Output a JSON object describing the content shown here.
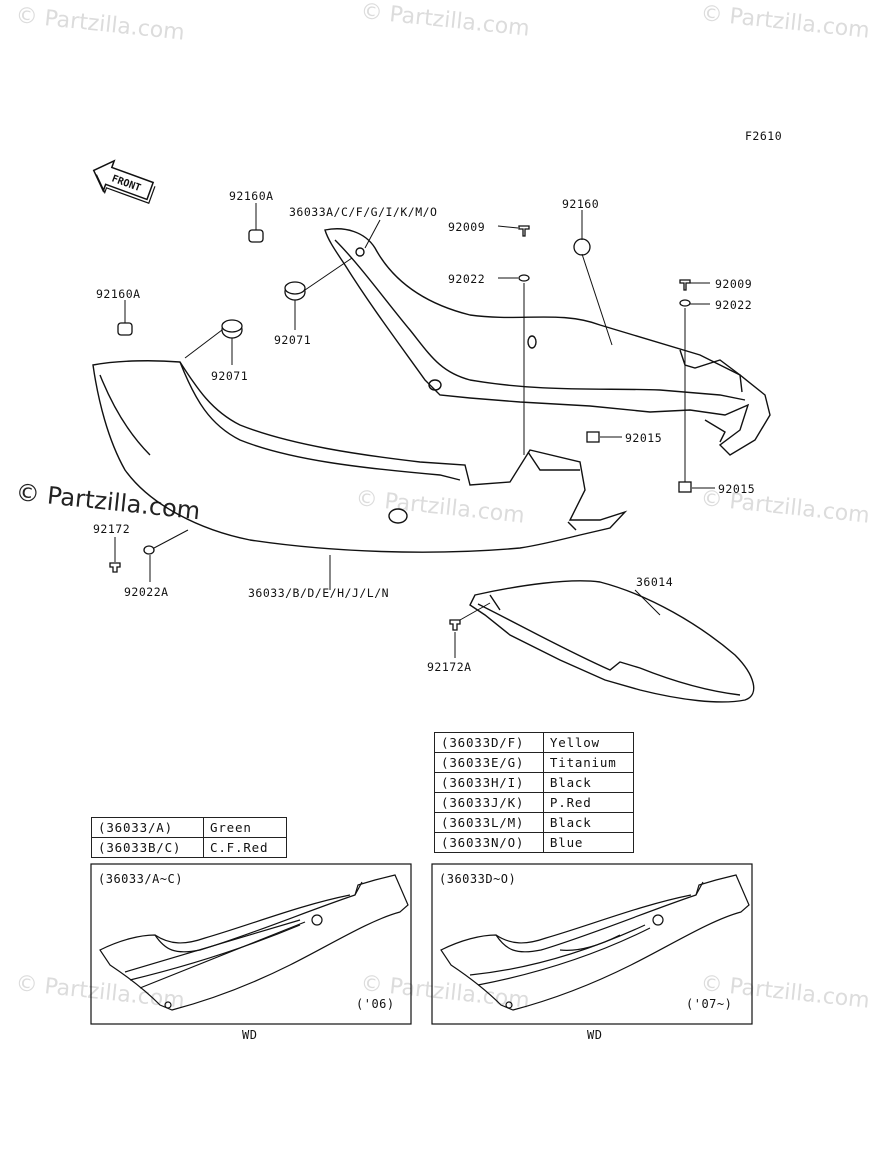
{
  "figure_code": "F2610",
  "front_label": "FRONT",
  "watermark": "© Partzilla.com",
  "parts": {
    "p92160A_top": "92160A",
    "p36033A": "36033A/C/F/G/I/K/M/O",
    "p92160": "92160",
    "p92009_mid": "92009",
    "p92022_mid": "92022",
    "p92009_right": "92009",
    "p92022_right": "92022",
    "p92160A_left": "92160A",
    "p92071_top": "92071",
    "p92071_bottom": "92071",
    "p92015_mid": "92015",
    "p92015_low": "92015",
    "p92172": "92172",
    "p92022A": "92022A",
    "p36033B": "36033/B/D/E/H/J/L/N",
    "p36014": "36014",
    "p92172A": "92172A"
  },
  "color_table_left": [
    {
      "code": "(36033/A)",
      "color": "Green"
    },
    {
      "code": "(36033B/C)",
      "color": "C.F.Red"
    }
  ],
  "color_table_right": [
    {
      "code": "(36033D/F)",
      "color": "Yellow"
    },
    {
      "code": "(36033E/G)",
      "color": "Titanium"
    },
    {
      "code": "(36033H/I)",
      "color": "Black"
    },
    {
      "code": "(36033J/K)",
      "color": "P.Red"
    },
    {
      "code": "(36033L/M)",
      "color": "Black"
    },
    {
      "code": "(36033N/O)",
      "color": "Blue"
    }
  ],
  "insets": [
    {
      "range": "(36033/A~C)",
      "year": "('06)",
      "caption": "WD"
    },
    {
      "range": "(36033D~O)",
      "year": "('07~)",
      "caption": "WD"
    }
  ]
}
